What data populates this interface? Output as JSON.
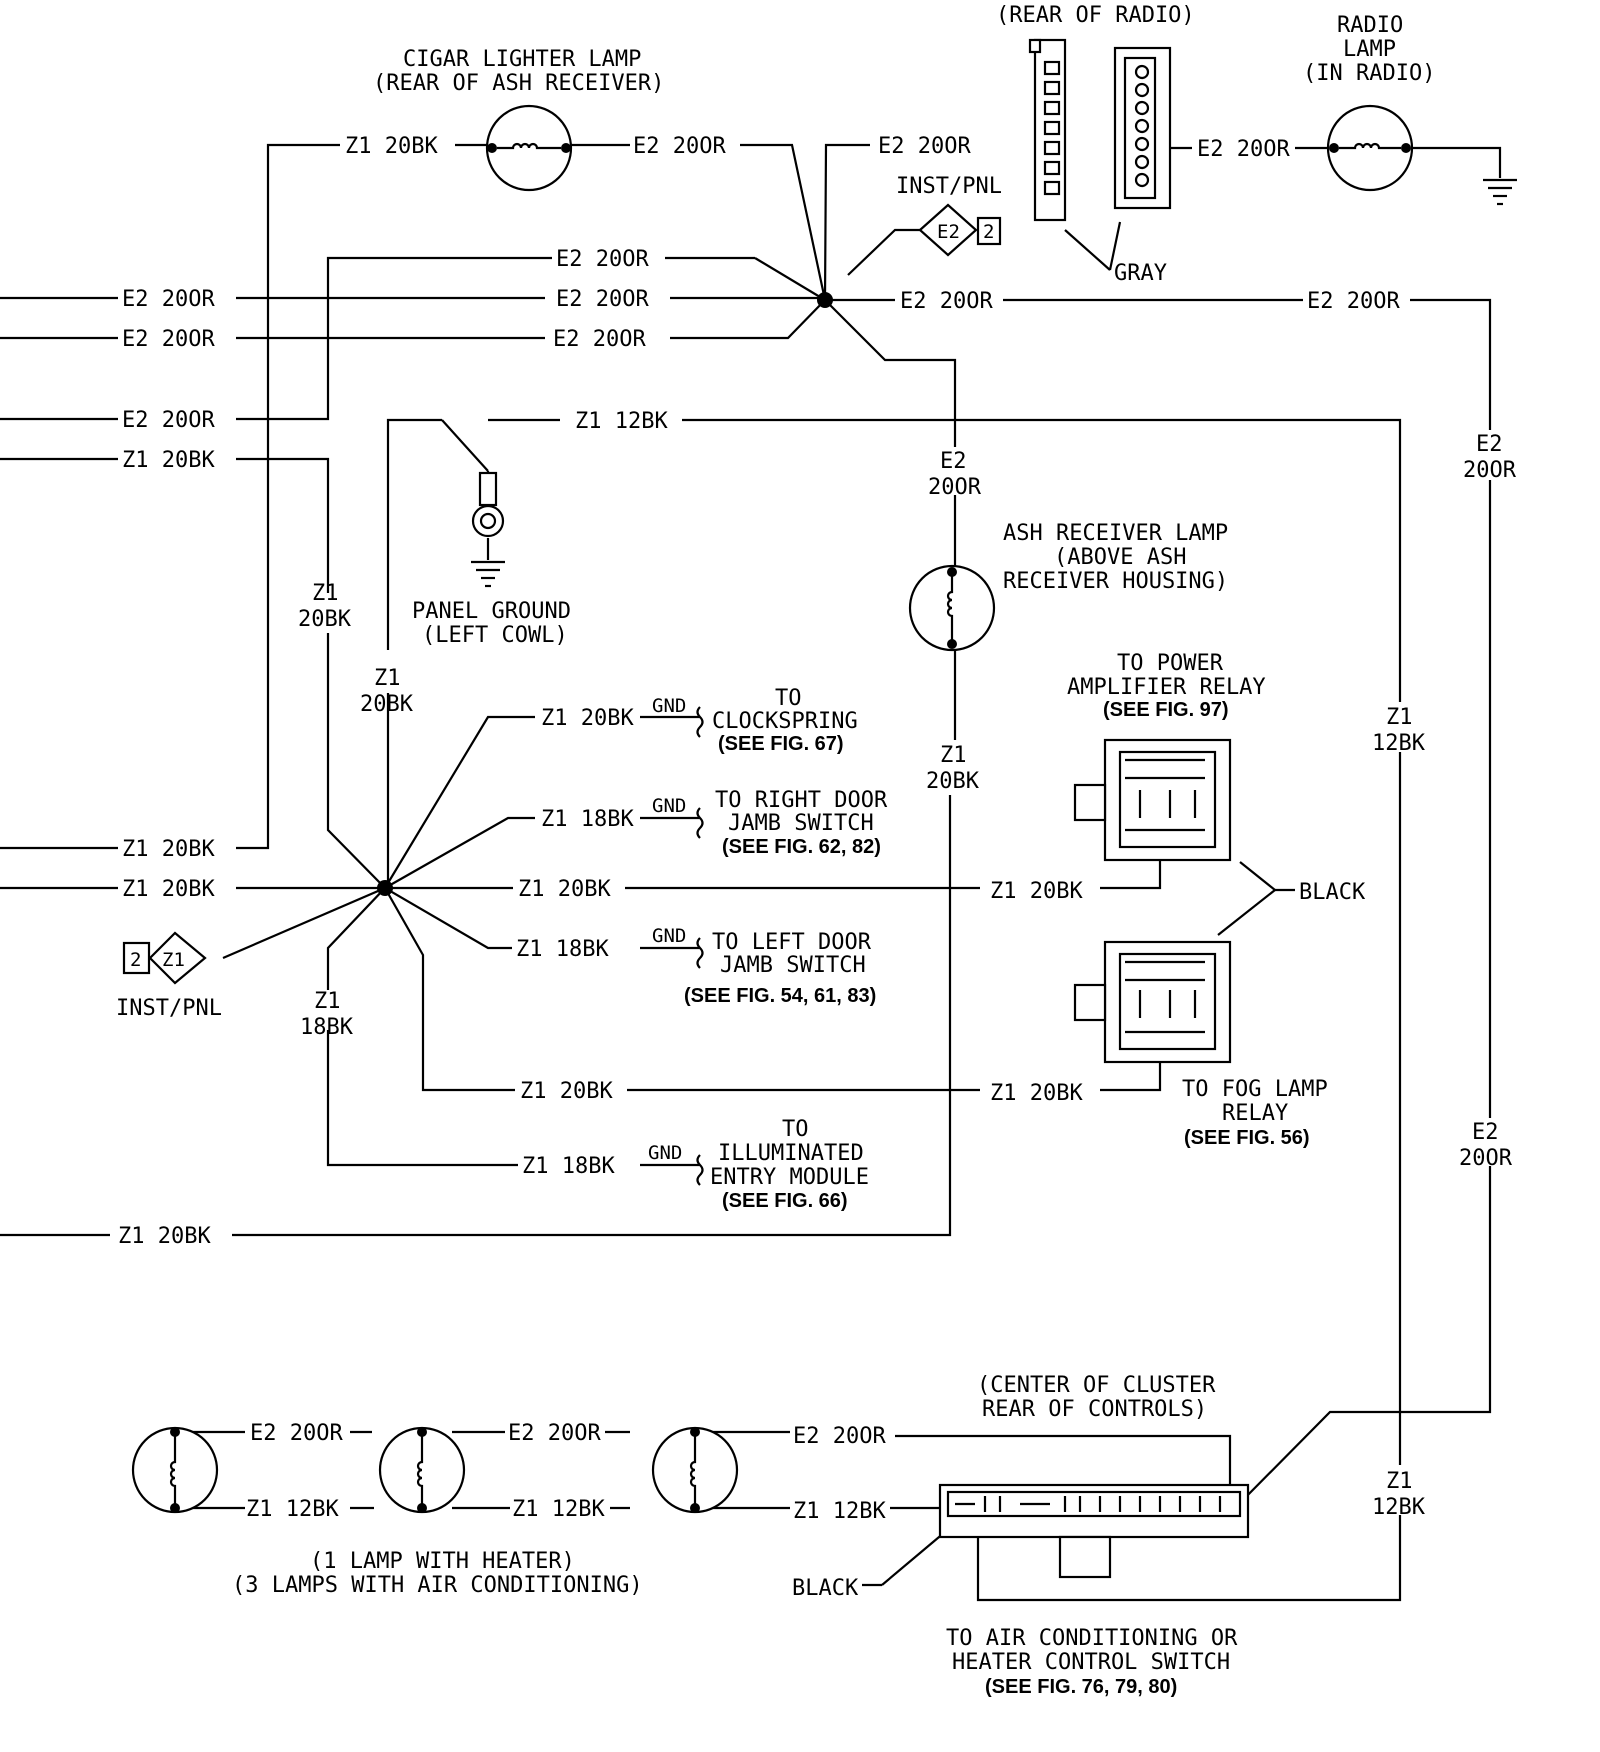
{
  "wire_labels": {
    "z1_20bk": "Z1 20BK",
    "z1_18bk": "Z1 18BK",
    "z1_12bk": "Z1 12BK",
    "e2_20or": "E2 20OR",
    "e2": "E2",
    "z1": "Z1",
    "w20or": "20OR",
    "w20bk": "20BK",
    "w18bk": "18BK",
    "w12bk": "12BK"
  },
  "components": {
    "rear_of_radio": "(REAR OF RADIO)",
    "radio_lamp": [
      "RADIO",
      "LAMP",
      "(IN RADIO)"
    ],
    "cigar_lamp": [
      "CIGAR LIGHTER LAMP",
      "(REAR OF ASH RECEIVER)"
    ],
    "ash_lamp": [
      "ASH RECEIVER LAMP",
      "(ABOVE ASH",
      "RECEIVER HOUSING)"
    ],
    "panel_ground": [
      "PANEL GROUND",
      "(LEFT COWL)"
    ],
    "inst_pnl": "INST/PNL",
    "gray": "GRAY",
    "black": "BLACK",
    "gnd": "GND",
    "conn_e2": "E2",
    "conn_2": "2",
    "conn_z1": "Z1",
    "power_amp": [
      "TO POWER",
      "AMPLIFIER RELAY",
      "(SEE FIG. 97)"
    ],
    "fog_lamp": [
      "TO FOG LAMP",
      "RELAY",
      "(SEE FIG. 56)"
    ],
    "clockspring": [
      "TO",
      "CLOCKSPRING",
      "(SEE FIG. 67)"
    ],
    "right_door": [
      "TO RIGHT DOOR",
      "JAMB SWITCH",
      "(SEE FIG. 62, 82)"
    ],
    "left_door": [
      "TO LEFT DOOR",
      "JAMB SWITCH",
      "(SEE FIG. 54, 61, 83)"
    ],
    "entry_module": [
      "TO",
      "ILLUMINATED",
      "ENTRY MODULE",
      "(SEE FIG. 66)"
    ],
    "cluster": [
      "(CENTER OF CLUSTER",
      "REAR OF CONTROLS)"
    ],
    "lamps_note": [
      "(1 LAMP WITH HEATER)",
      "(3 LAMPS WITH AIR CONDITIONING)"
    ],
    "ac_switch": [
      "TO AIR CONDITIONING OR",
      "HEATER CONTROL SWITCH",
      "(SEE FIG. 76, 79, 80)"
    ]
  }
}
